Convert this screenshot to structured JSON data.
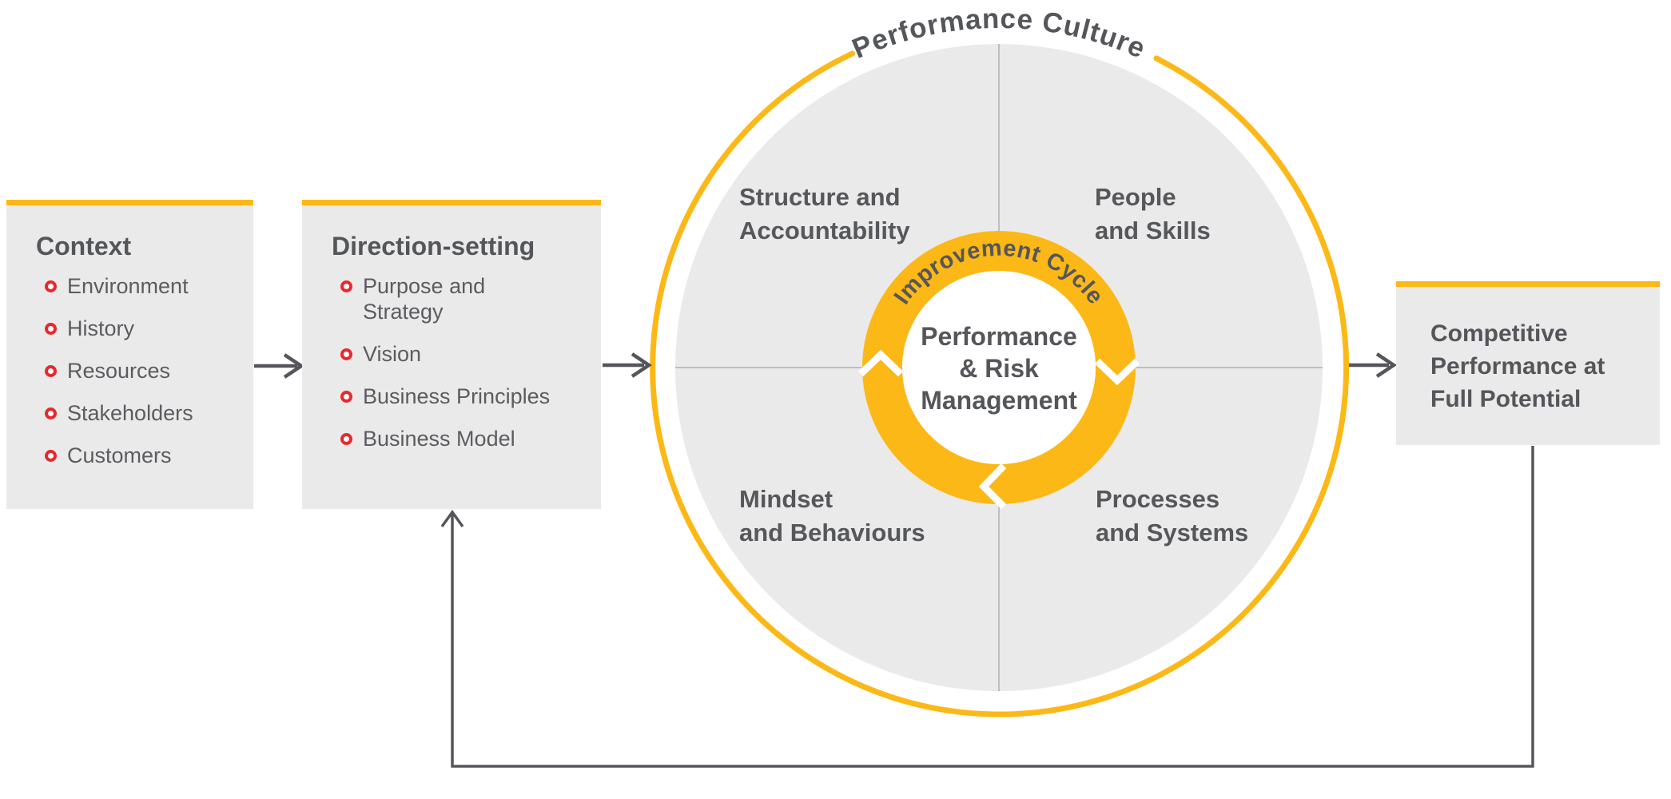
{
  "palette": {
    "yellow": "#FCB816",
    "box_gray": "#EAEAEA",
    "text_dark_gray": "#54565A",
    "bullet_red": "#E8282E",
    "divider_gray": "#B0B0B1",
    "arrow_gray": "#55565B"
  },
  "boxes": {
    "context": {
      "title": "Context",
      "items": [
        "Environment",
        "History",
        "Resources",
        "Stakeholders",
        "Customers"
      ]
    },
    "direction": {
      "title": "Direction-setting",
      "items": [
        "Purpose and\nStrategy",
        "Vision",
        "Business Principles",
        "Business Model"
      ]
    },
    "outcome": {
      "title": "Competitive\nPerformance at\nFull Potential"
    }
  },
  "circle": {
    "outer_label": "Performance Culture",
    "quadrants": {
      "top_left": "Structure and\nAccountability",
      "top_right": "People\nand Skills",
      "bottom_left": "Mindset\nand Behaviours",
      "bottom_right": "Processes\nand Systems"
    },
    "inner_ring_label": "Improvement Cycle",
    "center_label": "Performance\n& Risk\nManagement"
  }
}
